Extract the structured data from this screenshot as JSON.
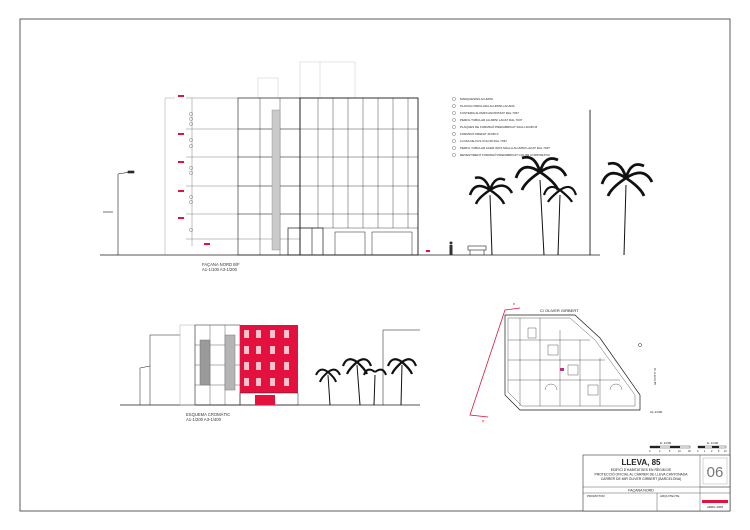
{
  "drawings": {
    "north_elevation_label": "FAÇANA NORD B/F",
    "north_elevation_scale": "A1-1/100   A3-1/200",
    "corner_label": "ESQUEMA CROMÀTIC",
    "corner_scale": "A1-1/200   A3-1/400",
    "plan_street_top": "C/ OLIVER GIRBERT",
    "plan_street_side": "C/ LLEVA 85",
    "plan_scale": "A1-1/200"
  },
  "legend": {
    "items": [
      "MARQUESINA ALUMINI",
      "PLANXA ONDULADA ALUMINI LACADA",
      "FUSTERIA ALUMINI ANODITZAT RAL 7037",
      "PERFIL TUBULAR ALUMINI LACAT RAL 7037",
      "PLAQUES DE FORMIGÓ PREFABRICAT FACH 40×80 M",
      "FORMIGÓ PREFAT 40×80 P",
      "LLOSA DE FUS COLOR RAL 7037",
      "PERFIL TUBULAR ACER INOX MALLA ALUMINI LACAT RAL 7037",
      "REVESTIMENT FORMIGÓ PREFABRICAT COLOR CORPORATIU"
    ]
  },
  "scale_bars": {
    "left_label": "E: 1/200",
    "left_ticks": [
      "0",
      "2",
      "5",
      "10",
      "20"
    ],
    "right_label": "E: 1/100",
    "right_ticks": [
      "0",
      "1",
      "2",
      "5",
      "10"
    ]
  },
  "title_block": {
    "title": "LLEVA, 85",
    "line1": "EDIFICI D'HABITATGES EN RÈGIM DE",
    "line2": "PROTECCIÓ OFICIAL AL CARRER DE LLEVA CANTONADA",
    "line3": "CARRER DE MIR OLIVER GIRBERT (BARCELONA)",
    "sheet_name": "FAÇANA NORD",
    "sheet_number": "06",
    "label_left": "PROMOTOR",
    "label_right": "ARQUITECTE",
    "date": "ABRIL 2008"
  },
  "colors": {
    "accent_red": "#e4113f",
    "line": "#1a1a1a",
    "grey_panel": "#9a9a9a"
  }
}
